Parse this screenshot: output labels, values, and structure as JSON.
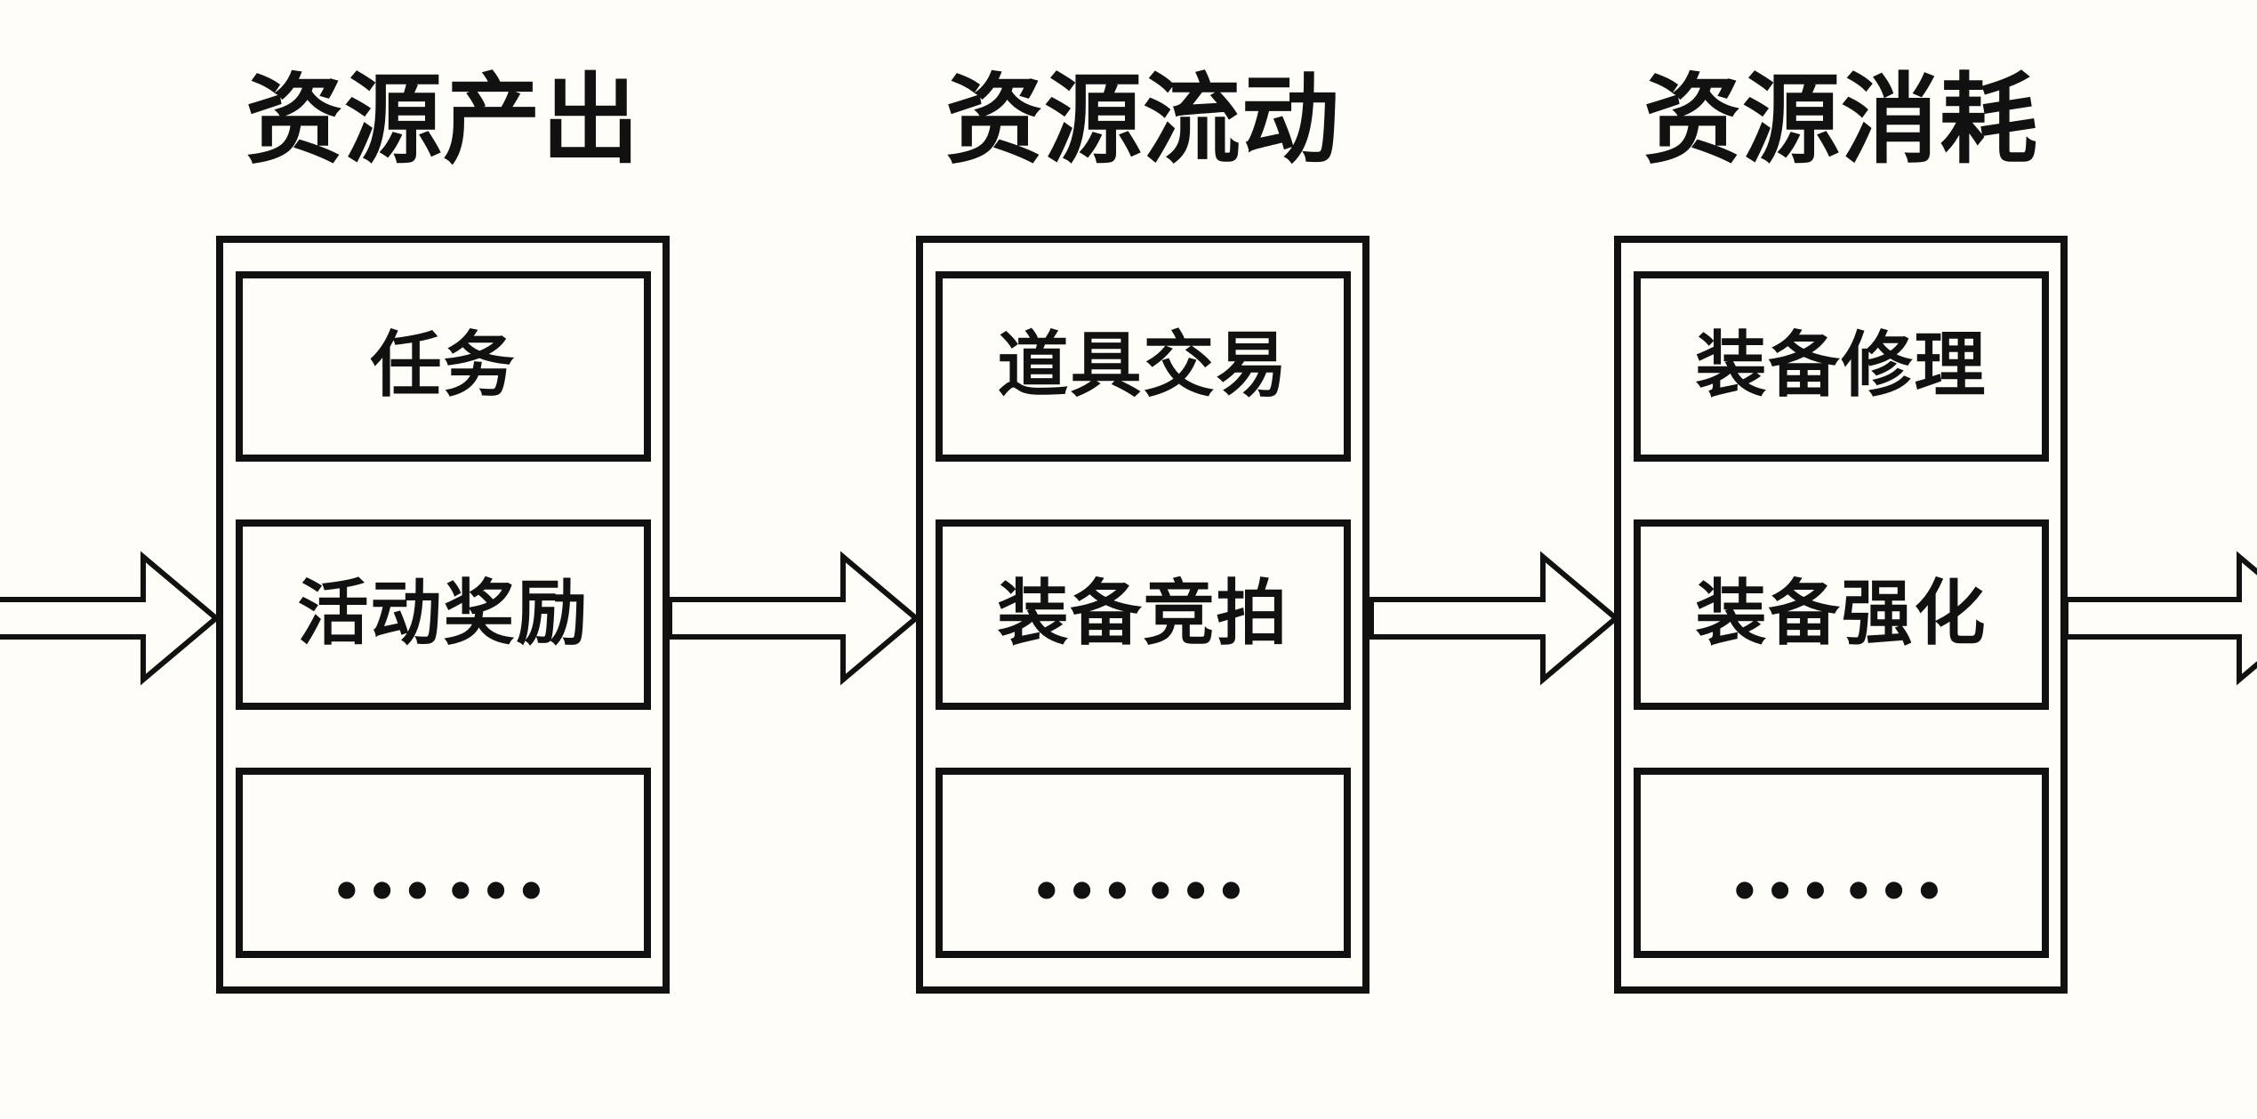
{
  "diagram": {
    "columns": [
      {
        "title": "资源产出",
        "items": [
          "任务",
          "活动奖励",
          "……"
        ]
      },
      {
        "title": "资源流动",
        "items": [
          "道具交易",
          "装备竞拍",
          "……"
        ]
      },
      {
        "title": "资源消耗",
        "items": [
          "装备修理",
          "装备强化",
          "……"
        ]
      }
    ],
    "arrows": [
      {
        "name": "inflow-arrow",
        "direction": "right",
        "clipped": "left-edge"
      },
      {
        "name": "arrow-production-to-flow",
        "direction": "right"
      },
      {
        "name": "arrow-flow-to-consumption",
        "direction": "right"
      },
      {
        "name": "outflow-arrow",
        "direction": "right",
        "clipped": "right-edge"
      }
    ]
  },
  "colors": {
    "background": "#FFFDF7",
    "line": "#111111",
    "text": "#111111"
  }
}
